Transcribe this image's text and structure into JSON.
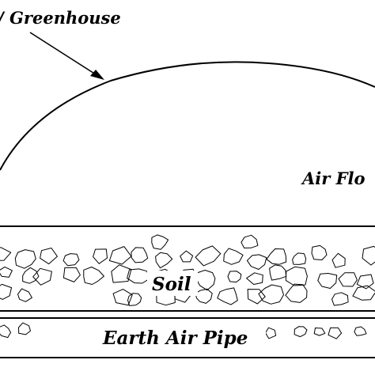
{
  "labels": {
    "greenhouse": "/ Greenhouse",
    "air_flow": "Air Flo",
    "soil": "Soil",
    "earth_air_pipe": "Earth Air Pipe"
  },
  "colors": {
    "ink": "#000000",
    "background": "#ffffff"
  }
}
